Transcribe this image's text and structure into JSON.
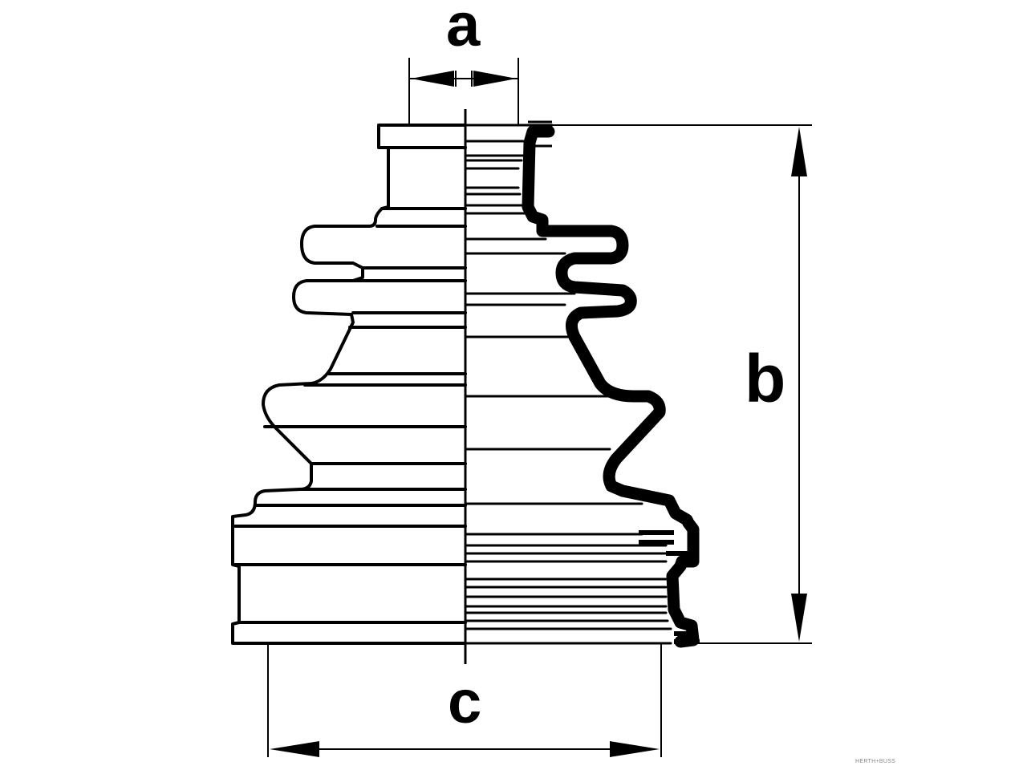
{
  "diagram": {
    "labels": {
      "a": "a",
      "b": "b",
      "c": "c"
    },
    "brand": "HERTH+BUSS",
    "colors": {
      "line": "#000000",
      "background": "#ffffff"
    },
    "subject": "cv-joint-boot"
  }
}
